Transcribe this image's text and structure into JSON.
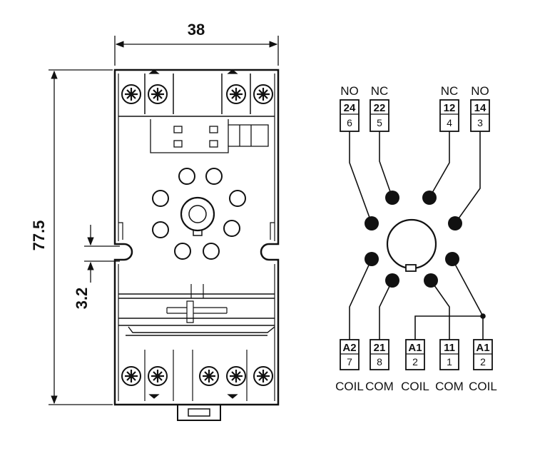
{
  "dimensions": {
    "width": "38",
    "height": "77.5",
    "gap": "3.2"
  },
  "top_terminals": [
    {
      "label": "NO",
      "num": "24",
      "pin": "6"
    },
    {
      "label": "NC",
      "num": "22",
      "pin": "5"
    },
    {
      "label": "NC",
      "num": "12",
      "pin": "4"
    },
    {
      "label": "NO",
      "num": "14",
      "pin": "3"
    }
  ],
  "bottom_terminals": [
    {
      "label": "COIL",
      "num": "A2",
      "pin": "7"
    },
    {
      "label": "COM",
      "num": "21",
      "pin": "8"
    },
    {
      "label": "COIL",
      "num": "A1",
      "pin": "2"
    },
    {
      "label": "COM",
      "num": "11",
      "pin": "1"
    },
    {
      "label": "COIL",
      "num": "A1",
      "pin": "2"
    }
  ],
  "colors": {
    "line": "#111111",
    "background": "#ffffff"
  }
}
